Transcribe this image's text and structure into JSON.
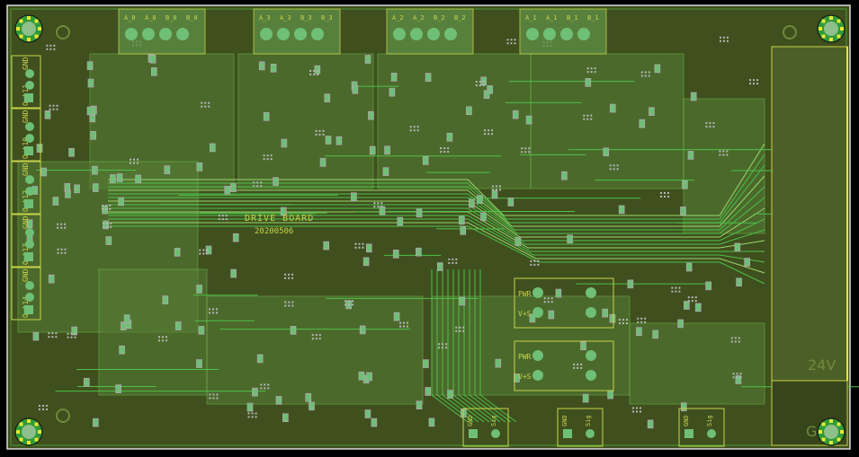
{
  "board": {
    "title": "DRIVE BOARD",
    "date": "20200506",
    "power_label": "24V",
    "ground_label": "GND",
    "colors": {
      "substrate": "#3f4f1e",
      "copper": "#4e7a2e",
      "pour": "#5f8d45",
      "trace": "#4fc04a",
      "silk": "#c8d44a",
      "edge": "#e8e830",
      "pad": "#6fbf77",
      "via": "#b8b8b8"
    }
  },
  "motor_headers": [
    {
      "pins": [
        "A_0",
        "A_0",
        "B_0",
        "B_0"
      ]
    },
    {
      "pins": [
        "A_3",
        "A_3",
        "B_3",
        "B_3"
      ]
    },
    {
      "pins": [
        "A_2",
        "A_2",
        "B_2",
        "B_2"
      ]
    },
    {
      "pins": [
        "A_1",
        "A_1",
        "B_1",
        "B_1"
      ]
    }
  ],
  "output_connectors": [
    {
      "signal": "Out11",
      "gnd": "GND"
    },
    {
      "signal": "Out10",
      "gnd": "GND"
    },
    {
      "signal": "Out12",
      "gnd": "GND"
    },
    {
      "signal": "Out13",
      "gnd": "GND"
    },
    {
      "signal": "Out14",
      "gnd": "GND"
    }
  ],
  "power_connectors": [
    {
      "a": "PWR",
      "b": "V+S"
    },
    {
      "a": "PWR",
      "b": "V+S"
    }
  ],
  "bottom_connectors": [
    {
      "a": "GND",
      "b": "Sig"
    },
    {
      "a": "GND",
      "b": "Sig"
    },
    {
      "a": "GND",
      "b": "Sig"
    }
  ]
}
